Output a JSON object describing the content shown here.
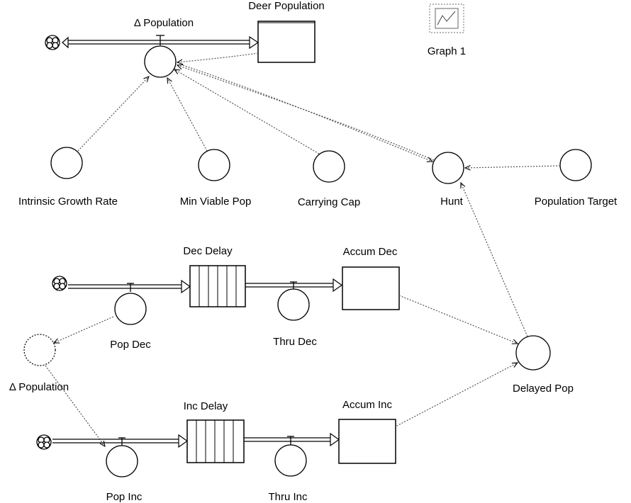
{
  "diagram": {
    "labels": {
      "delta_population_top": "Δ Population",
      "deer_population": "Deer Population",
      "graph": "Graph 1",
      "intrinsic_growth_rate": "Intrinsic  Growth  Rate",
      "min_viable_pop": "Min Viable Pop",
      "carrying_cap": "Carrying Cap",
      "hunt": "Hunt",
      "population_target": "Population Target",
      "dec_delay": "Dec Delay",
      "accum_dec": "Accum Dec",
      "pop_dec": "Pop Dec",
      "thru_dec": "Thru Dec",
      "delta_population_ghost": "Δ Population",
      "delayed_pop": "Delayed Pop",
      "inc_delay": "Inc Delay",
      "accum_inc": "Accum Inc",
      "pop_inc": "Pop Inc",
      "thru_inc": "Thru Inc"
    }
  }
}
